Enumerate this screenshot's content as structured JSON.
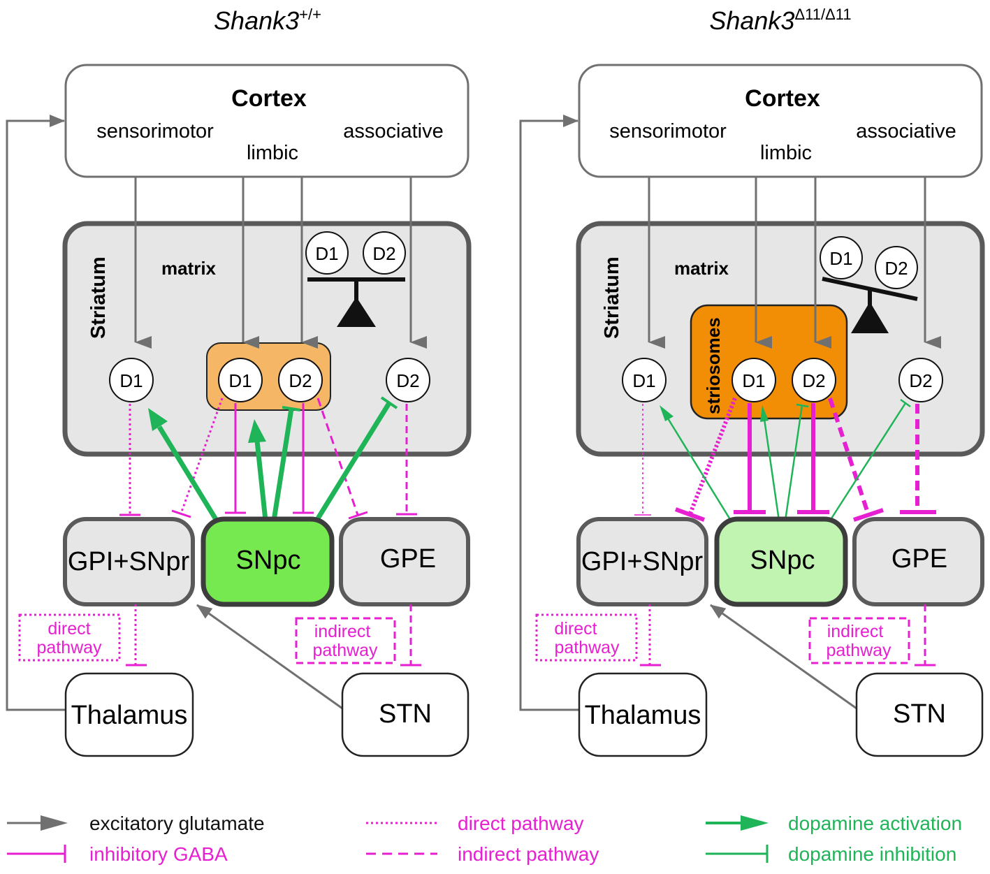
{
  "colors": {
    "excitatory": "#707070",
    "gaba": "#e61fd1",
    "dopamine": "#1fb457",
    "box_stroke": "#5a5a5a",
    "striatum_fill": "#e6e6e6",
    "wt_striosome": "#f5b765",
    "ko_striosome": "#f28e05",
    "wt_snpc": "#76e850",
    "ko_snpc": "#c0f4b0"
  },
  "panels": [
    {
      "title_base": "Shank3",
      "title_sup": "+/+",
      "cortex": {
        "title": "Cortex",
        "sensorimotor": "sensorimotor",
        "limbic": "limbic",
        "associative": "associative"
      },
      "striatum_label": "Striatum",
      "matrix_label": "matrix",
      "striosomes_label": "",
      "d1_label": "D1",
      "d2_label": "D2",
      "gpi_label": "GPI+SNpr",
      "snpc_label": "SNpc",
      "gpe_label": "GPE",
      "thalamus_label": "Thalamus",
      "stn_label": "STN",
      "direct_label": [
        "direct",
        "pathway"
      ],
      "indirect_label": [
        "indirect",
        "pathway"
      ]
    },
    {
      "title_base": "Shank3",
      "title_sup": "Δ11/Δ11",
      "cortex": {
        "title": "Cortex",
        "sensorimotor": "sensorimotor",
        "limbic": "limbic",
        "associative": "associative"
      },
      "striatum_label": "Striatum",
      "matrix_label": "matrix",
      "striosomes_label": "striosomes",
      "d1_label": "D1",
      "d2_label": "D2",
      "gpi_label": "GPI+SNpr",
      "snpc_label": "SNpc",
      "gpe_label": "GPE",
      "thalamus_label": "Thalamus",
      "stn_label": "STN",
      "direct_label": [
        "direct",
        "pathway"
      ],
      "indirect_label": [
        "indirect",
        "pathway"
      ]
    }
  ],
  "legend": {
    "excitatory": "excitatory glutamate",
    "gaba": "inhibitory GABA",
    "direct": "direct pathway",
    "indirect": "indirect pathway",
    "da_act": "dopamine activation",
    "da_inh": "dopamine inhibition"
  }
}
